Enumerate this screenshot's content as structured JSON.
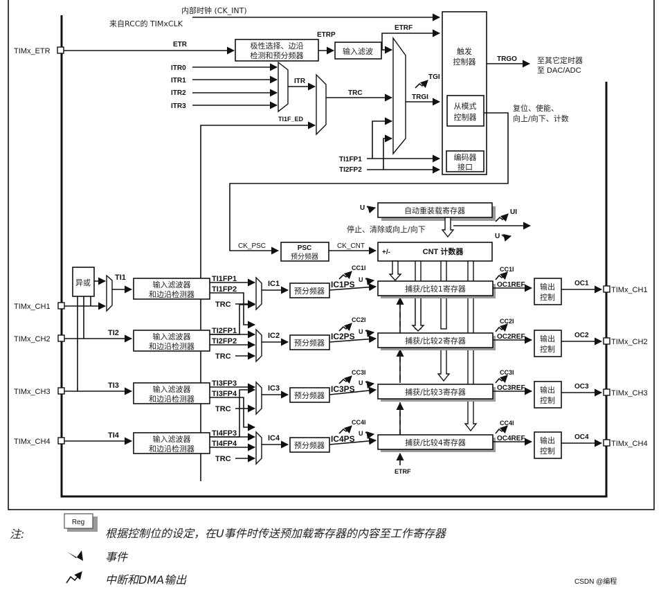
{
  "diagram": {
    "top": {
      "ck_int": "内部时钟 (CK_INT)",
      "timxclk": "来自RCC的 TIMxCLK",
      "etr_pin": "TIMx_ETR",
      "etr": "ETR",
      "etr_block": [
        "极性选择、边沿",
        "检测和预分频器"
      ],
      "etrp": "ETRP",
      "input_filter": "输入滤波",
      "etrf": "ETRF",
      "itr": [
        "ITR0",
        "ITR1",
        "ITR2",
        "ITR3"
      ],
      "itr_out": "ITR",
      "trc": "TRC",
      "ti1f_ed": "TI1F_ED",
      "tgi": "TGI",
      "trgi": "TRGI",
      "ti1fp1": "TI1FP1",
      "ti2fp2": "TI2FP2",
      "trigger_ctrl": [
        "触发",
        "控制器"
      ],
      "slave_ctrl": [
        "从模式",
        "控制器"
      ],
      "encoder": [
        "编码器",
        "接口"
      ],
      "trgo": "TRGO",
      "trgo_dest": [
        "至其它定时器",
        "至 DAC/ADC"
      ],
      "slave_out": [
        "复位、使能、",
        "向上/向下、计数"
      ]
    },
    "counter": {
      "u": "U",
      "arr": "自动重装载寄存器",
      "ui": "UI",
      "stop_clear": "停止、清除或向上/向下",
      "ck_psc": "CK_PSC",
      "psc": [
        "PSC",
        "预分频器"
      ],
      "ck_cnt": "CK_CNT",
      "cnt_sign": "+/-",
      "cnt": "CNT 计数器"
    },
    "inputs": {
      "xor": "异或",
      "filter": [
        "输入滤波器",
        "和边沿检测器"
      ],
      "prescaler": "预分频器",
      "trc": "TRC"
    },
    "channels": [
      {
        "pin": "TIMx_CH1",
        "ti": "TI1",
        "fpa": "TI1FP1",
        "fpb": "TI1FP2",
        "ic": "IC1",
        "icps": "IC1PS",
        "cci": "CC1I",
        "reg": "捕获/比较1寄存器",
        "ocref": "OC1REF",
        "out": [
          "输出",
          "控制"
        ],
        "oc": "OC1",
        "out_pin": "TIMx_CH1"
      },
      {
        "pin": "TIMx_CH2",
        "ti": "TI2",
        "fpa": "TI2FP1",
        "fpb": "TI2FP2",
        "ic": "IC2",
        "icps": "IC2PS",
        "cci": "CC2I",
        "reg": "捕获/比较2寄存器",
        "ocref": "OC2REF",
        "out": [
          "输出",
          "控制"
        ],
        "oc": "OC2",
        "out_pin": "TIMx_CH2"
      },
      {
        "pin": "TIMx_CH3",
        "ti": "TI3",
        "fpa": "TI3FP3",
        "fpb": "TI3FP4",
        "ic": "IC3",
        "icps": "IC3PS",
        "cci": "CC3I",
        "reg": "捕获/比较3寄存器",
        "ocref": "OC3REF",
        "out": [
          "输出",
          "控制"
        ],
        "oc": "OC3",
        "out_pin": "TIMx_CH3"
      },
      {
        "pin": "TIMx_CH4",
        "ti": "TI4",
        "fpa": "TI4FP3",
        "fpb": "TI4FP4",
        "ic": "IC4",
        "icps": "IC4PS",
        "cci": "CC4I",
        "reg": "捕获/比较4寄存器",
        "ocref": "OC4REF",
        "out": [
          "输出",
          "控制"
        ],
        "oc": "OC4",
        "out_pin": "TIMx_CH4"
      }
    ],
    "etrf_bottom": "ETRF"
  },
  "legend": {
    "note": "注:",
    "reg": "Reg",
    "reg_desc": "根据控制位的设定，在U事件时传送预加载寄存器的内容至工作寄存器",
    "event_desc": "事件",
    "irq_desc": "中断和DMA输出"
  },
  "watermark": "CSDN @编程"
}
